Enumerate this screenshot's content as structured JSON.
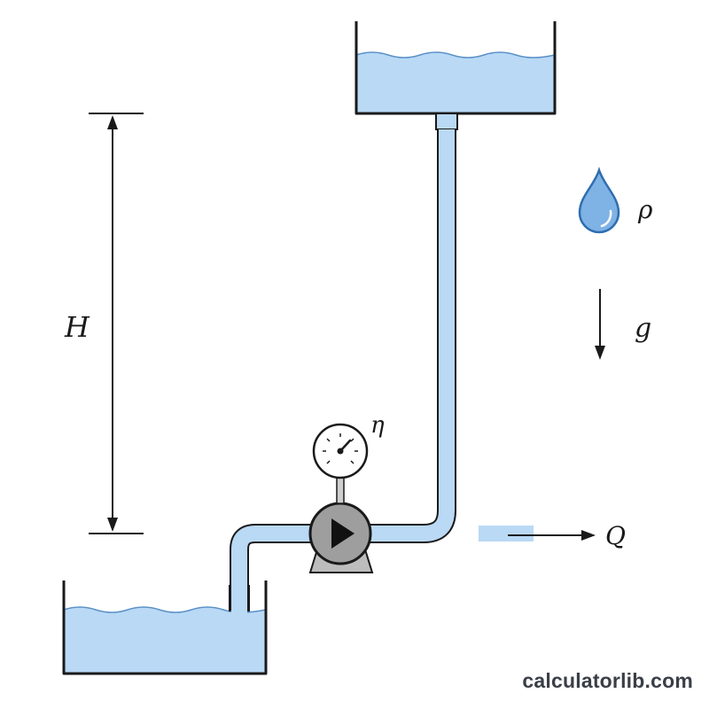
{
  "symbols": {
    "head": "H",
    "density": "ρ",
    "gravity": "g",
    "efficiency": "η",
    "flow": "Q"
  },
  "brand": "calculatorlib.com",
  "colors": {
    "water": "#b9d9f5",
    "pipe_outline": "#1a1a1a",
    "pump_body": "#9e9e9e",
    "pump_base": "#bdbdbd",
    "drop": "#6ea8e0",
    "ink": "#1a1a1a"
  },
  "icons": [
    "water-drop-icon",
    "pressure-gauge-icon",
    "pump-icon",
    "arrow-down-icon",
    "arrow-right-icon"
  ]
}
